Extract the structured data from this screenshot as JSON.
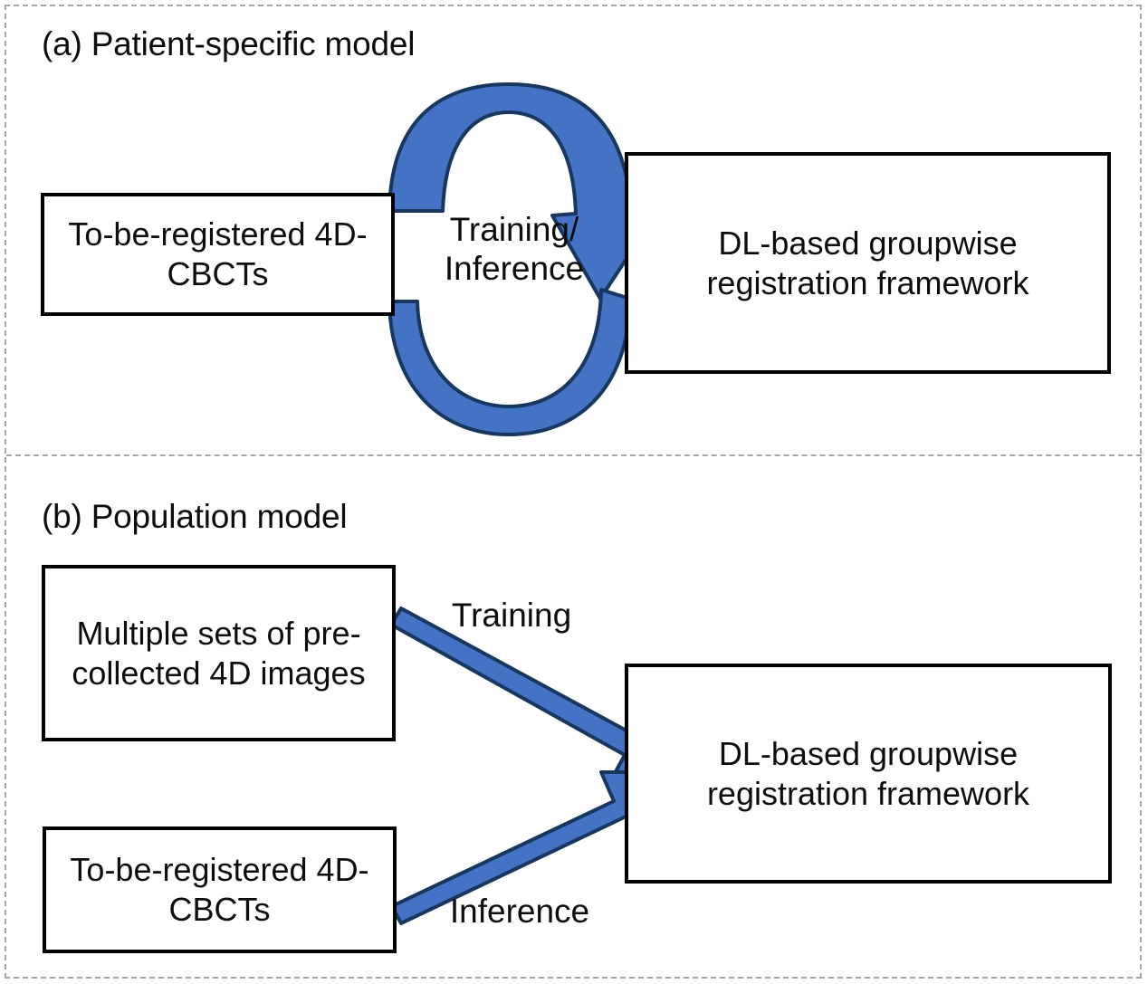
{
  "figure": {
    "panels": [
      {
        "id": "a",
        "heading": "(a) Patient-specific model",
        "boxes": [
          {
            "name": "to-be-registered-cbcts",
            "text": "To-be-registered\n4D-CBCTs"
          },
          {
            "name": "dl-framework",
            "text": "DL-based groupwise\nregistration framework"
          }
        ],
        "connectors": [
          {
            "name": "cycle-arrow",
            "label": "Training/\nInference",
            "style": "bidirectional-loop",
            "color": "#4472C4"
          }
        ]
      },
      {
        "id": "b",
        "heading": "(b) Population model",
        "boxes": [
          {
            "name": "multiple-sets-4d-images",
            "text": "Multiple sets of\npre-collected\n4D images"
          },
          {
            "name": "to-be-registered-cbcts",
            "text": "To-be-registered\n4D-CBCTs"
          },
          {
            "name": "dl-framework",
            "text": "DL-based groupwise\nregistration framework"
          }
        ],
        "connectors": [
          {
            "name": "training-arrow",
            "label": "Training",
            "style": "straight",
            "color": "#4472C4"
          },
          {
            "name": "inference-arrow",
            "label": "Inference",
            "style": "straight",
            "color": "#4472C4"
          }
        ]
      }
    ],
    "colors": {
      "arrow_fill": "#4472C4",
      "arrow_stroke": "#1F3864",
      "box_border": "#000000",
      "text": "#0D0D0D",
      "frame_dash": "#A6A6A6",
      "background": "#FFFFFF"
    }
  }
}
